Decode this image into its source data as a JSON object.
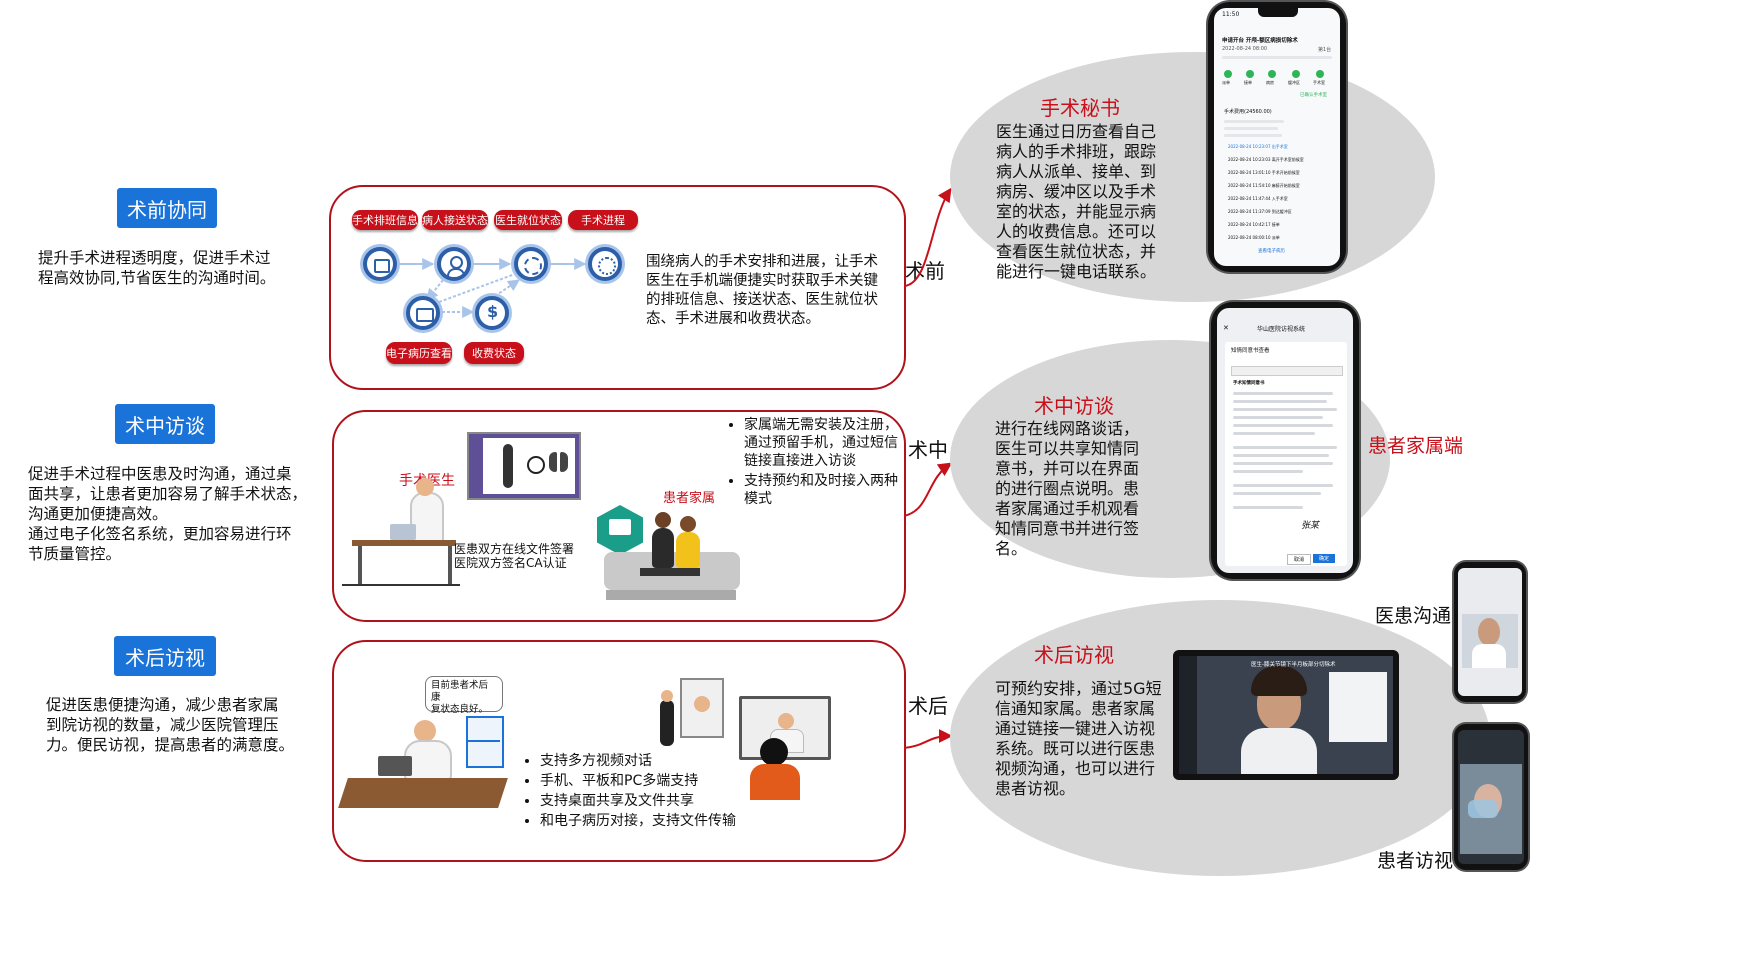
{
  "left": [
    {
      "tag": "术前协同",
      "desc": "提升手术进程透明度，促进手术过\n程高效协同,节省医生的沟通时间。"
    },
    {
      "tag": "术中访谈",
      "desc": "促进手术过程中医患及时沟通，通过桌\n面共享，让患者更加容易了解手术状态，\n沟通更加便捷高效。\n通过电子化签名系统，更加容易进行环\n节质量管控。"
    },
    {
      "tag": "术后访视",
      "desc": "促进医患便捷沟通，减少患者家属\n到院访视的数量，减少医院管理压\n力。便民访视，提高患者的满意度。"
    }
  ],
  "panel1": {
    "pills_top": [
      "手术排班信息",
      "病人接送状态",
      "医生就位状态",
      "手术进程"
    ],
    "pills_bottom": [
      "电子病历查看",
      "收费状态"
    ],
    "text": "围绕病人的手术安排和进展，让手术\n医生在手机端便捷实时获取手术关键\n的排班信息、接送状态、医生就位状\n态、手术进展和收费状态。"
  },
  "panel2": {
    "doctor_label": "手术医生",
    "family_label": "患者家属",
    "sign_text": "医患双方在线文件签署\n医院双方签名CA认证",
    "bullets": [
      "家属端无需安装及注册，通过预留手机，通过短信链接直接进入访谈",
      "支持预约和及时接入两种模式"
    ]
  },
  "panel3": {
    "bubble": "目前患者术后康\n复状态良好。",
    "bullets": [
      "支持多方视频对话",
      "手机、平板和PC多端支持",
      "支持桌面共享及文件共享",
      "和电子病历对接，支持文件传输"
    ]
  },
  "phases": [
    "术前",
    "术中",
    "术后"
  ],
  "ellipses": [
    {
      "title": "手术秘书",
      "text": "医生通过日历查看自己\n病人的手术排班，跟踪\n病人从派单、接单、到\n病房、缓冲区以及手术\n室的状态，并能显示病\n人的收费信息。还可以\n查看医生就位状态，并\n能进行一键电话联系。"
    },
    {
      "title": "术中访谈",
      "text": "进行在线网路谈话，\n医生可以共享知情同\n意书，并可以在界面\n的进行圈点说明。患\n者家属通过手机观看\n知情同意书并进行签\n名。"
    },
    {
      "title": "术后访视",
      "text": "可预约安排，通过5G短\n信通知家属。患者家属\n通过链接一键进入访视\n系统。既可以进行医患\n视频沟通，也可以进行\n患者访视。"
    }
  ],
  "right_labels": [
    "患者家属端",
    "医患沟通",
    "患者访视"
  ],
  "phone1": {
    "time": "11:50",
    "header": "申请开台 开颅-额区病损切除术",
    "date": "2022-08-24 08:00",
    "room": "第1台",
    "steps": [
      "派单",
      "接单",
      "病房",
      "缓冲区",
      "手术室"
    ],
    "done": "已确认手术室",
    "fee": "手术费用(24560.00)",
    "logs": [
      "2022-08-24 10:23:07 出手术室",
      "2022-08-24 10:23:03 离开手术室前候室",
      "2022-08-24 13:01:10 手术开始前候室",
      "2022-08-24 11:54:10 麻醉开始前候室",
      "2022-08-24 11:47:44 入手术室",
      "2022-08-24 11:37:09 到达缓冲区",
      "2022-08-24 10:42:17 接单",
      "2022-08-24 08:00:10 派单"
    ],
    "link": "查看电子病历"
  },
  "phone2": {
    "title": "华山医院访视系统",
    "dialog": "知情同意书查看",
    "doc_heading": "手术知情同意书",
    "signature": "张某",
    "buttons": [
      "取消",
      "确定"
    ]
  },
  "tablet": {
    "caption": "医生-膝关节镜下半月板部分切除术"
  },
  "colors": {
    "accent_red": "#c8101b",
    "tag_blue": "#1a73d9",
    "ellipse_gray": "#d7d7d7",
    "panel_border": "#b0121b"
  }
}
